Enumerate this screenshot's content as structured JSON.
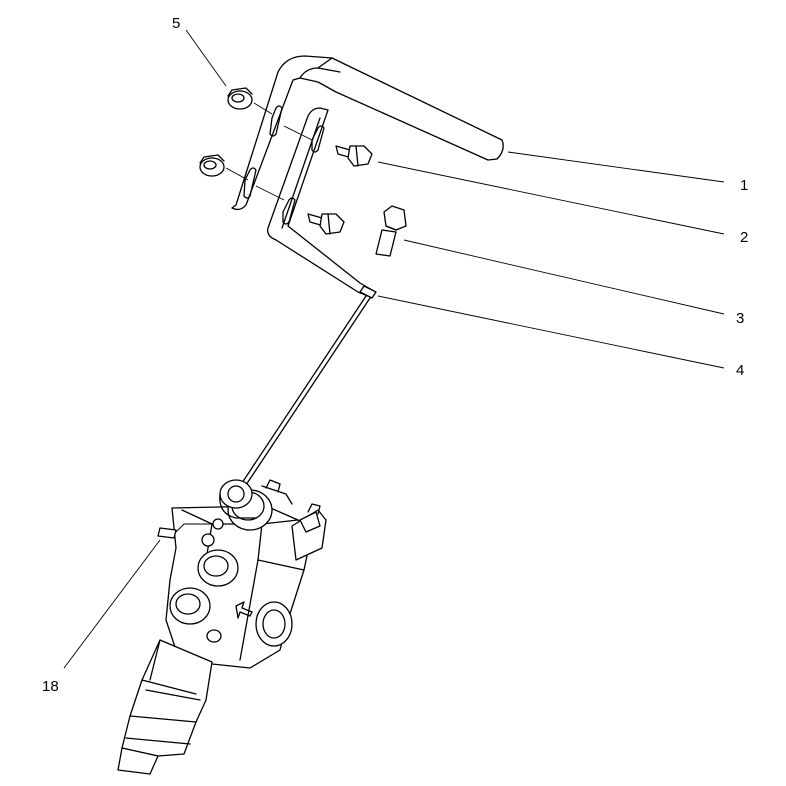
{
  "callouts": [
    {
      "id": "c1",
      "label": "1"
    },
    {
      "id": "c2",
      "label": "2"
    },
    {
      "id": "c3",
      "label": "3"
    },
    {
      "id": "c4",
      "label": "4"
    },
    {
      "id": "c5",
      "label": "5"
    },
    {
      "id": "c18",
      "label": "18"
    }
  ],
  "colors": {
    "line": "#000000",
    "background": "#ffffff"
  }
}
